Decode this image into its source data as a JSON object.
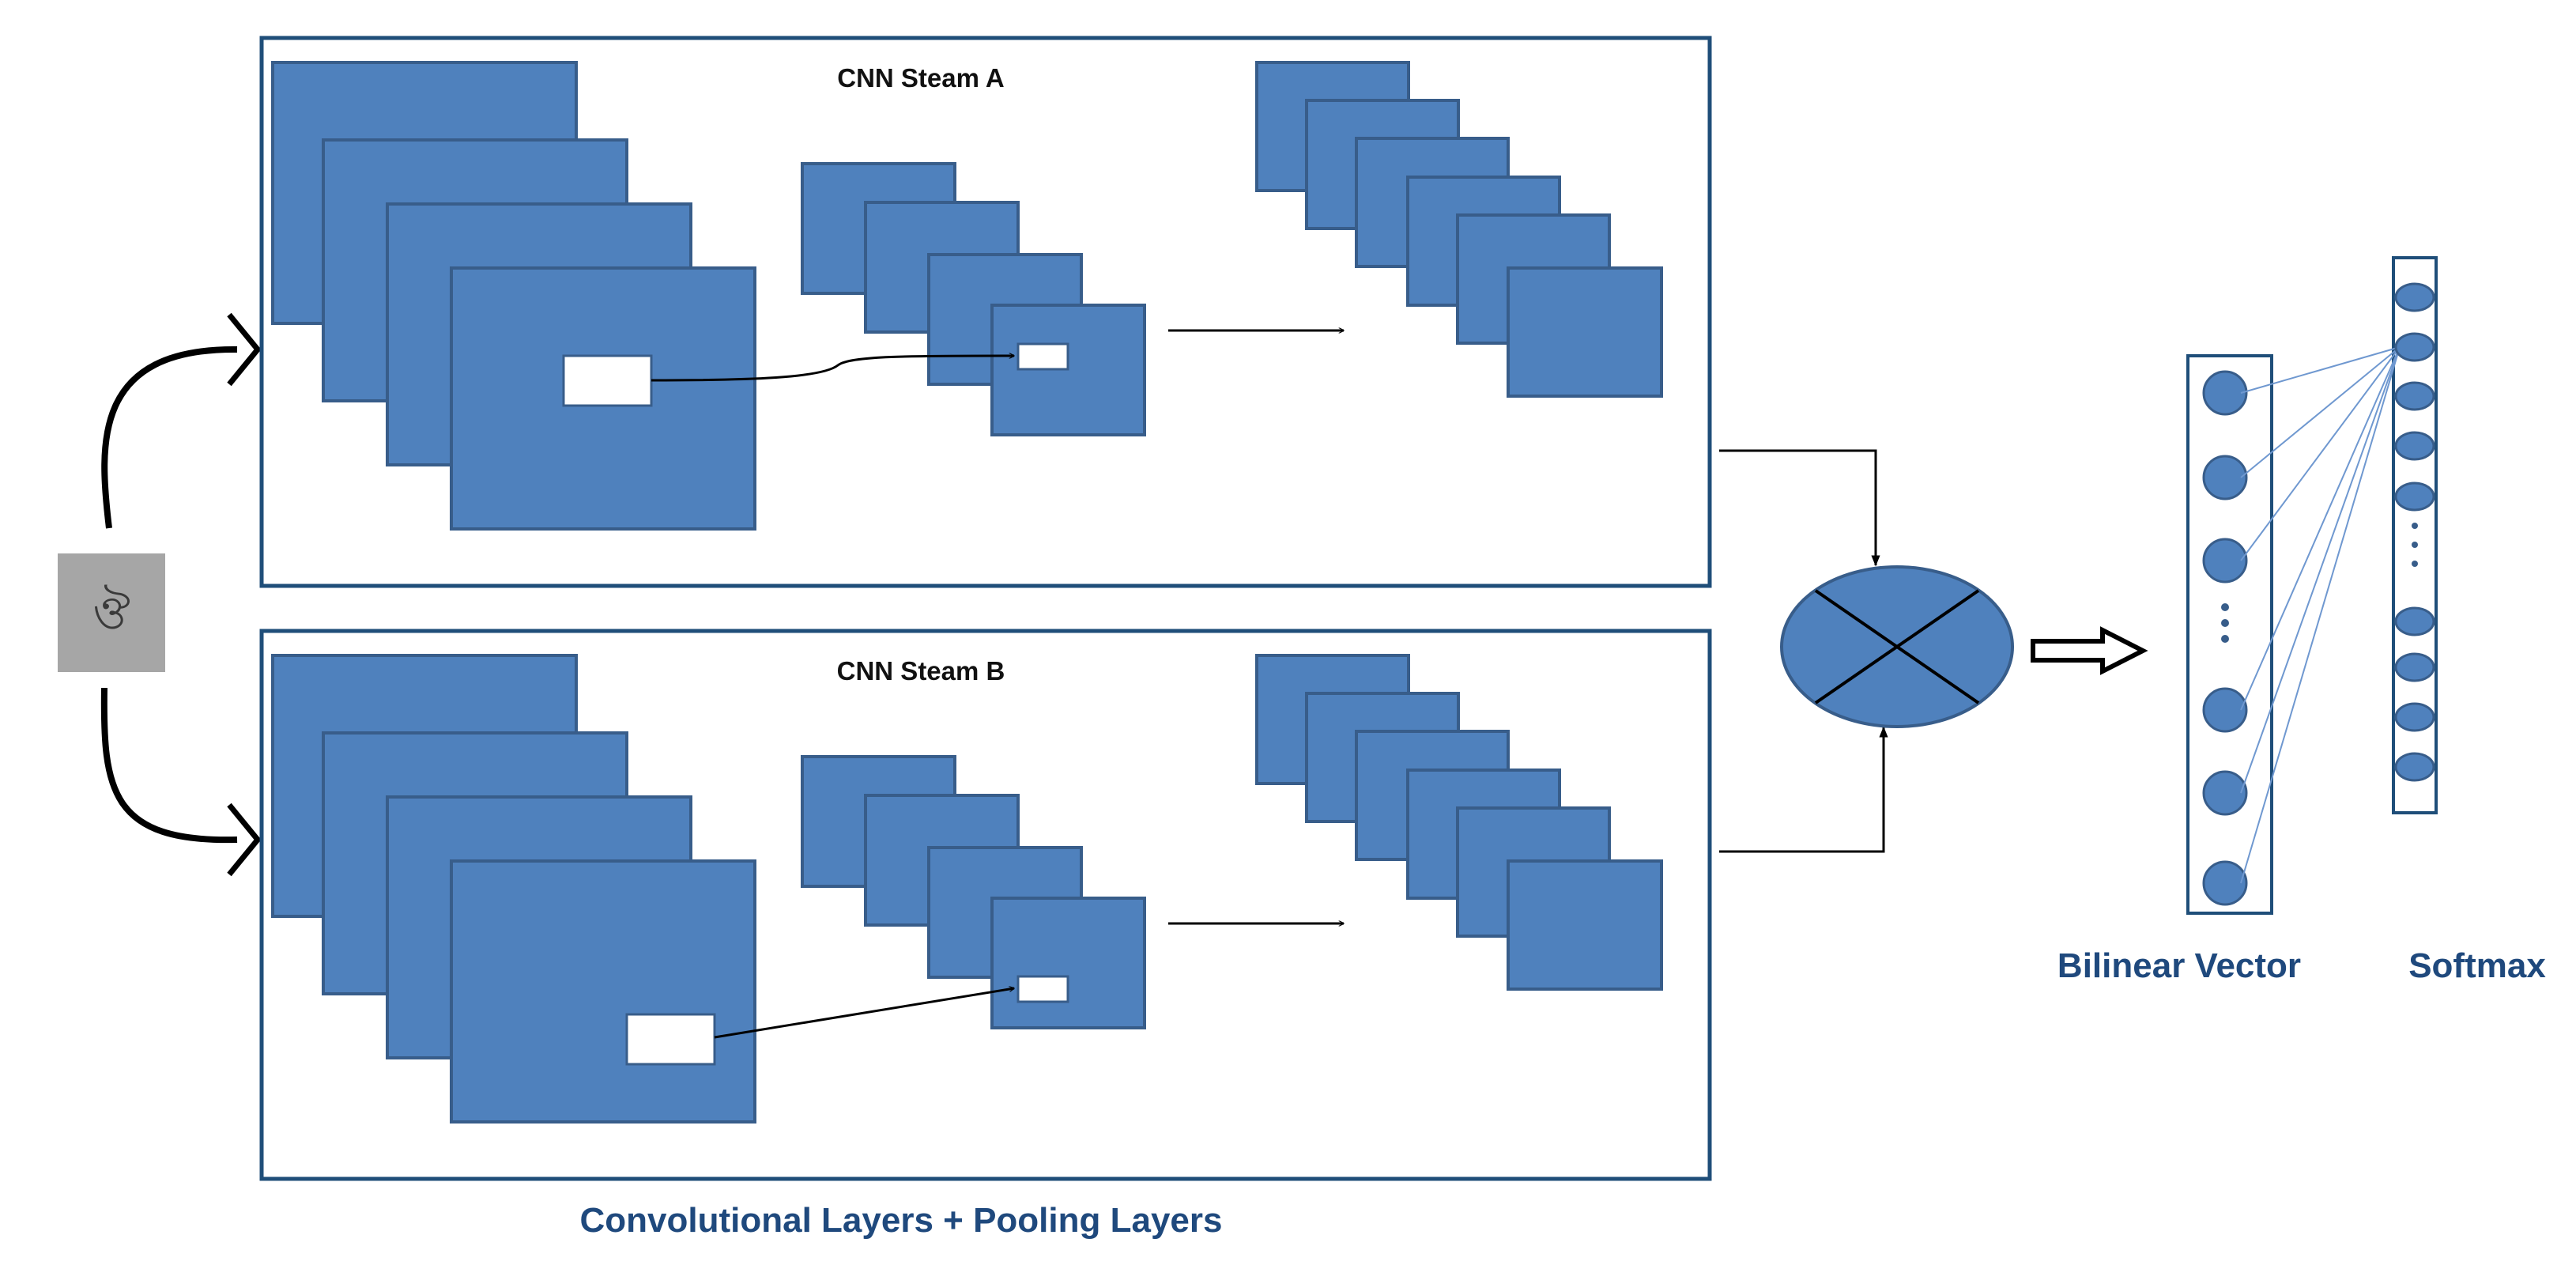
{
  "stream_a": {
    "title": "CNN Steam A"
  },
  "stream_b": {
    "title": "CNN Steam B"
  },
  "input_image": {
    "glyph": "ঔ"
  },
  "labels": {
    "conv_pool": "Convolutional Layers + Pooling Layers",
    "bilinear_vector": "Bilinear  Vector",
    "softmax": "Softmax"
  },
  "colors": {
    "feature_map_fill": "#4f81bd",
    "feature_map_stroke": "#385d8a",
    "label_text": "#1f497d",
    "connection_line": "#6f98d0",
    "input_bg": "#a6a6a6"
  },
  "icons": {
    "fusion": "bilinear-product-operator-icon",
    "output_arrow": "hollow-right-arrow-icon",
    "dots": "vertical-ellipsis-icon"
  }
}
